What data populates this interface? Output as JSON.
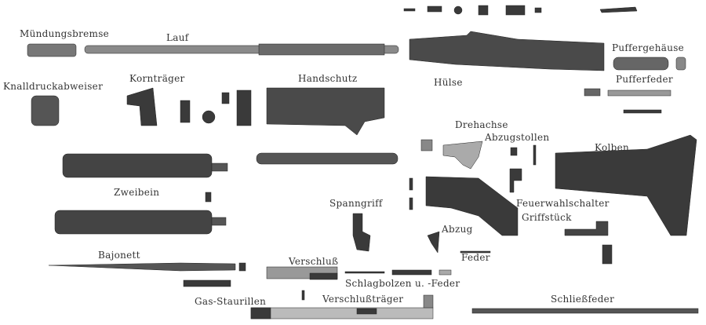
{
  "labels": {
    "muendungsbremse": "Mündungsbremse",
    "lauf": "Lauf",
    "huelse": "Hülse",
    "puffergehaeuse": "Puffergehäuse",
    "pufferfeder": "Pufferfeder",
    "knalldruckabweiser": "Knalldruckabweiser",
    "korntraeger": "Kornträger",
    "handschutz": "Handschutz",
    "drehachse": "Drehachse",
    "abzugstollen": "Abzugstollen",
    "kolben": "Kolben",
    "zweibein": "Zweibein",
    "spanngriff": "Spanngriff",
    "feuerwahlschalter": "Feuerwahlschalter",
    "griffstueck": "Griffstück",
    "abzug": "Abzug",
    "feder": "Feder",
    "bajonett": "Bajonett",
    "verschluss": "Verschluß",
    "schlagbolzen": "Schlagbolzen u. -Feder",
    "gas_staurillen": "Gas-Staurillen",
    "verschlusstraeger": "Verschlußträger",
    "schliessfeder": "Schließfeder"
  },
  "colors": {
    "part": "#3a3a3a",
    "part_light": "#8a8a8a",
    "text": "#333333"
  }
}
